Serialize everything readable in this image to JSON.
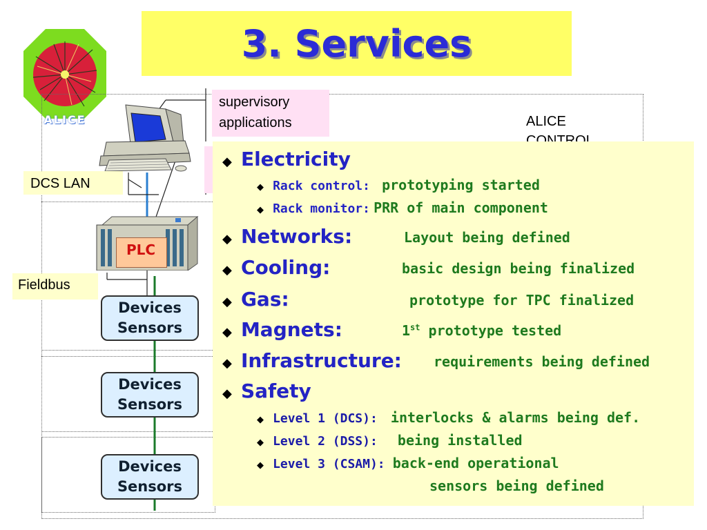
{
  "title": "3. Services",
  "logo": {
    "text": "ALICE"
  },
  "diagram": {
    "supervisory_line1": "supervisory",
    "supervisory_line2": "applications",
    "alice_control_line1": "ALICE",
    "alice_control_line2": "CONTROL",
    "dcs_lan": "DCS LAN",
    "plc": "PLC",
    "fieldbus": "Fieldbus",
    "devices": [
      {
        "line1": "Devices",
        "line2": "Sensors"
      },
      {
        "line1": "Devices",
        "line2": "Sensors"
      },
      {
        "line1": "Devices",
        "line2": "Sensors"
      }
    ]
  },
  "bullets": {
    "electricity": "Electricity",
    "rack_control_label": "Rack control:",
    "rack_control_value": "prototyping started",
    "rack_monitor_label": "Rack monitor:",
    "rack_monitor_value": "PRR of main component",
    "networks": "Networks:",
    "networks_value": "Layout being defined",
    "cooling": "Cooling:",
    "cooling_value": "basic design being finalized",
    "gas": "Gas:",
    "gas_value": "prototype for TPC finalized",
    "magnets": "Magnets:",
    "magnets_value_num": "1",
    "magnets_value_sup": "st",
    "magnets_value_rest": "prototype tested",
    "infrastructure": "Infrastructure:",
    "infrastructure_value": "requirements being defined",
    "safety": "Safety",
    "level1_label": "Level 1 (DCS):",
    "level1_value": "interlocks & alarms being def.",
    "level2_label": "Level 2 (DSS):",
    "level2_value": "being installed",
    "level3_label": "Level 3 (CSAM):",
    "level3_value1": "back-end operational",
    "level3_value2": "sensors being defined"
  }
}
